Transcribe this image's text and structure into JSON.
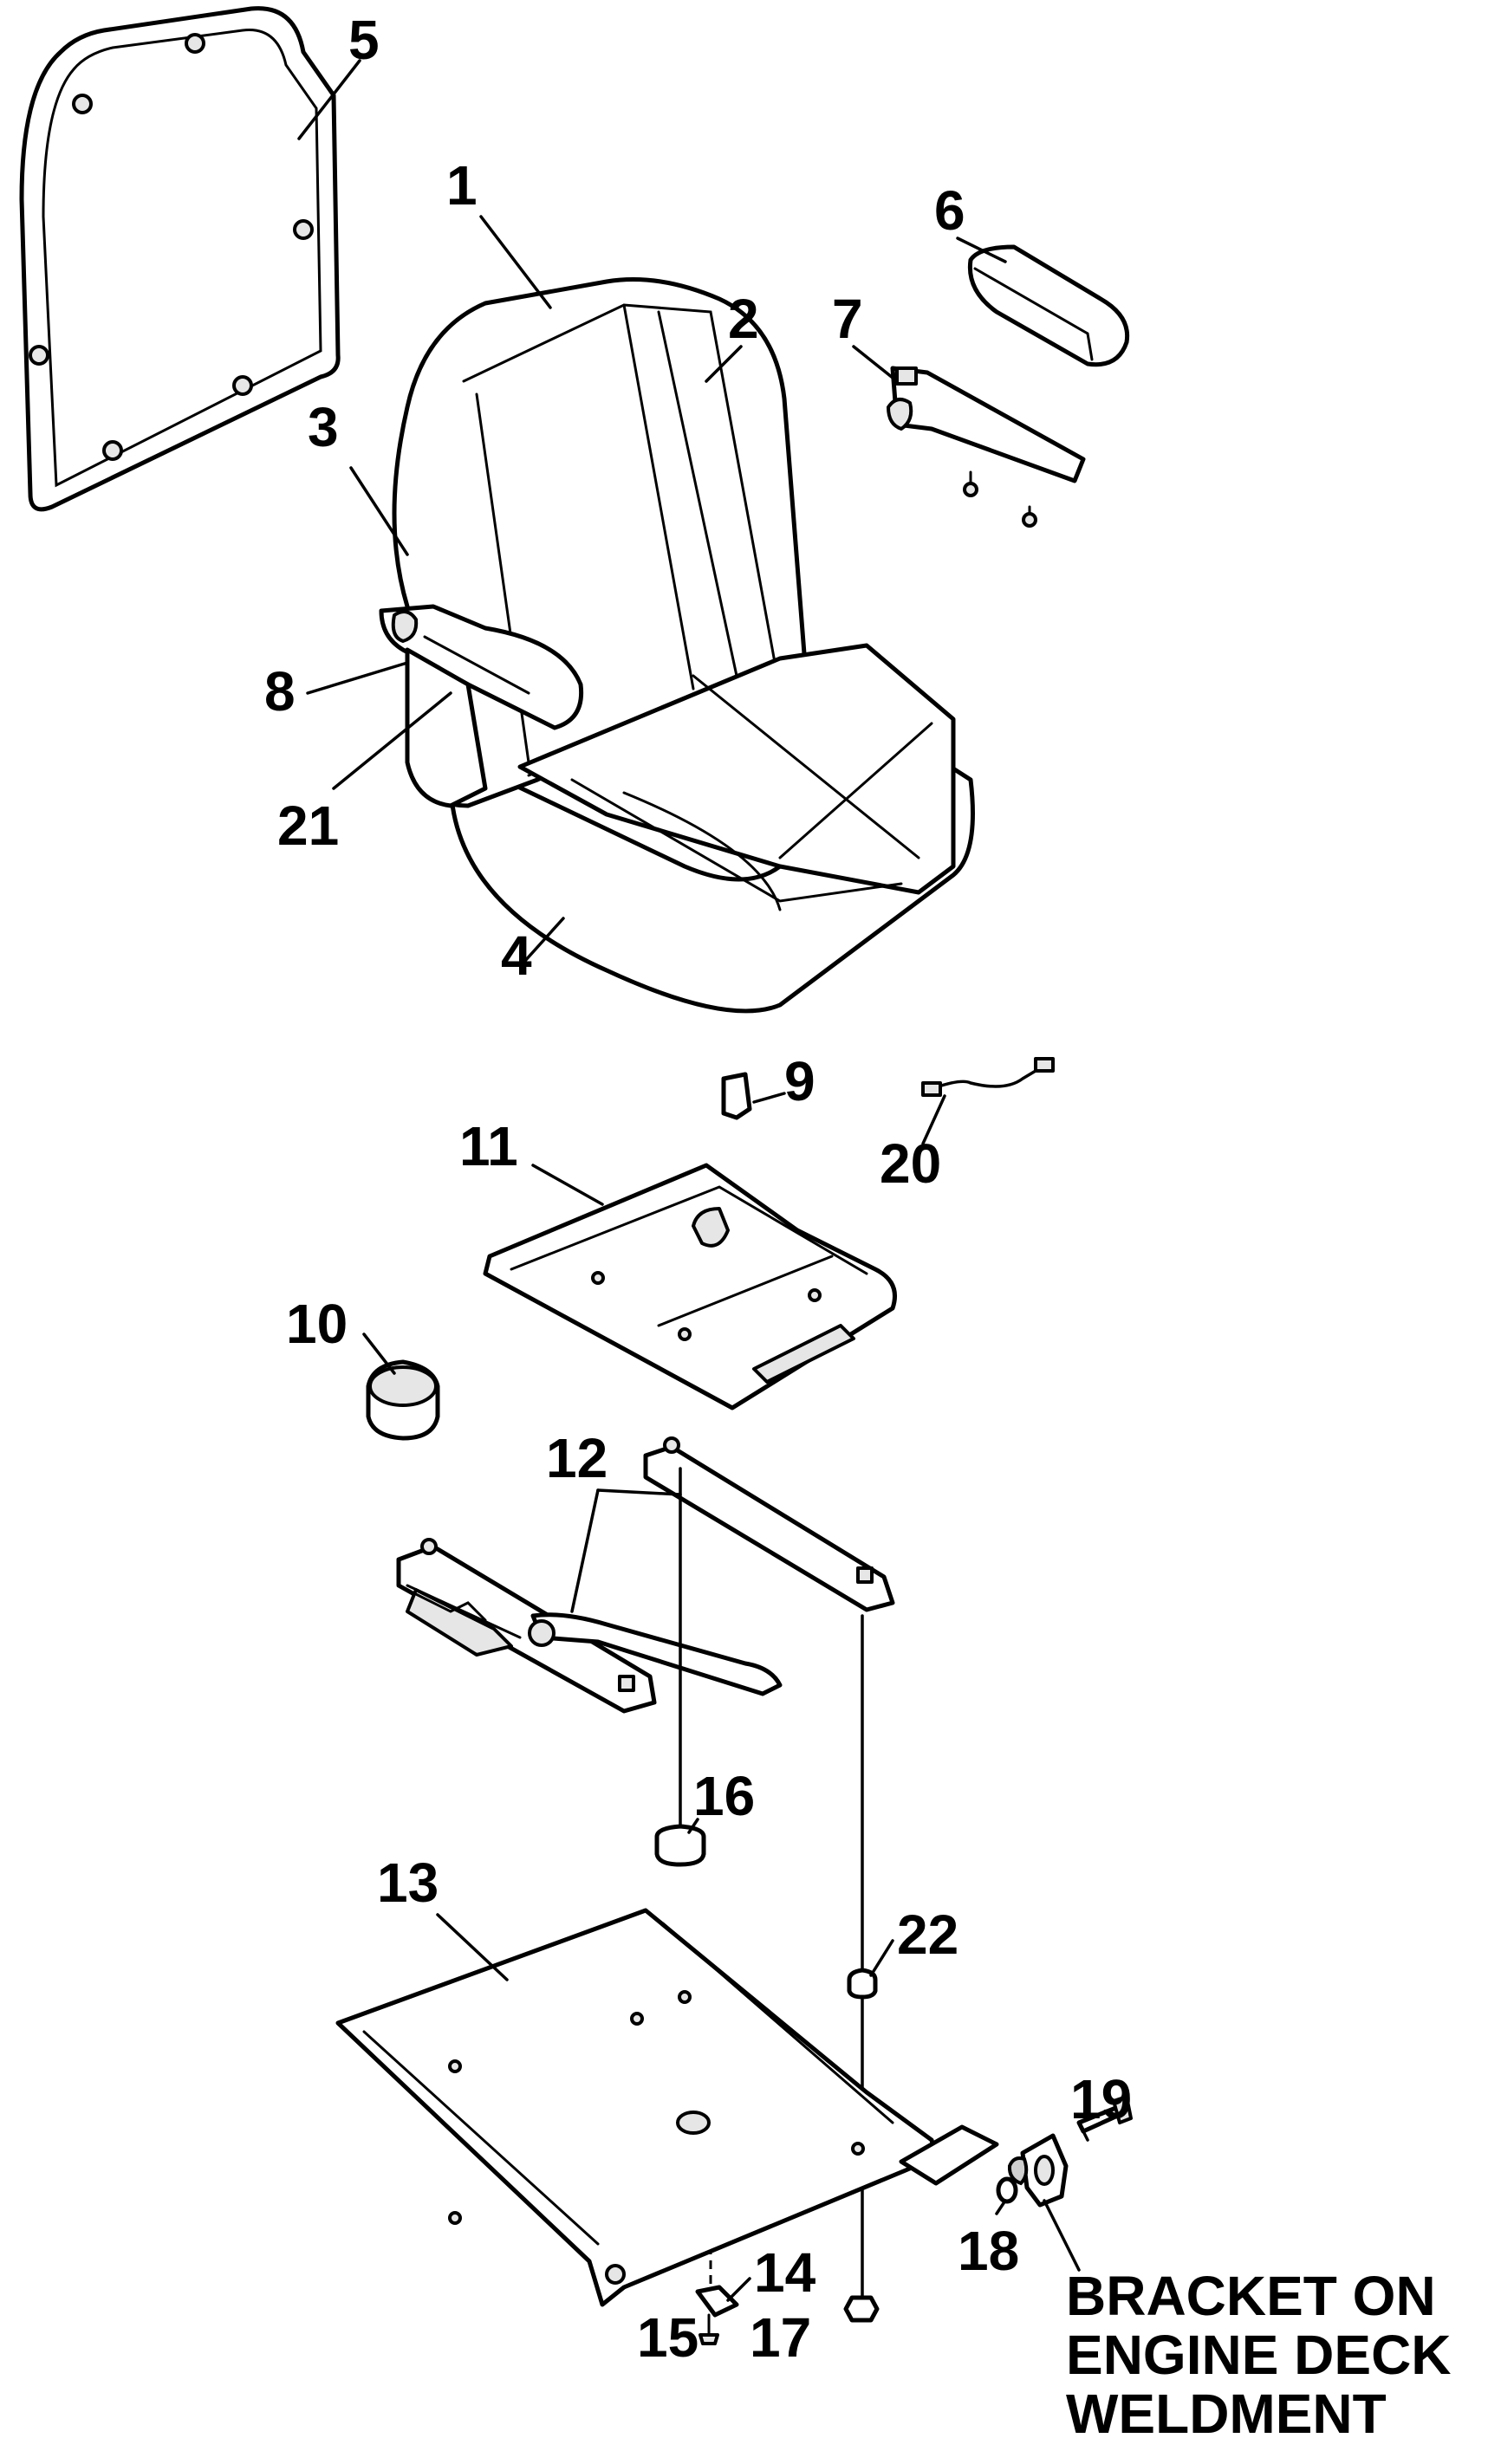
{
  "callouts": [
    "1",
    "2",
    "3",
    "4",
    "5",
    "6",
    "7",
    "8",
    "9",
    "10",
    "11",
    "12",
    "13",
    "14",
    "15",
    "16",
    "17",
    "18",
    "19",
    "20",
    "21",
    "22"
  ],
  "note": {
    "line1": "BRACKET ON",
    "line2": "ENGINE DECK",
    "line3": "WELDMENT"
  }
}
